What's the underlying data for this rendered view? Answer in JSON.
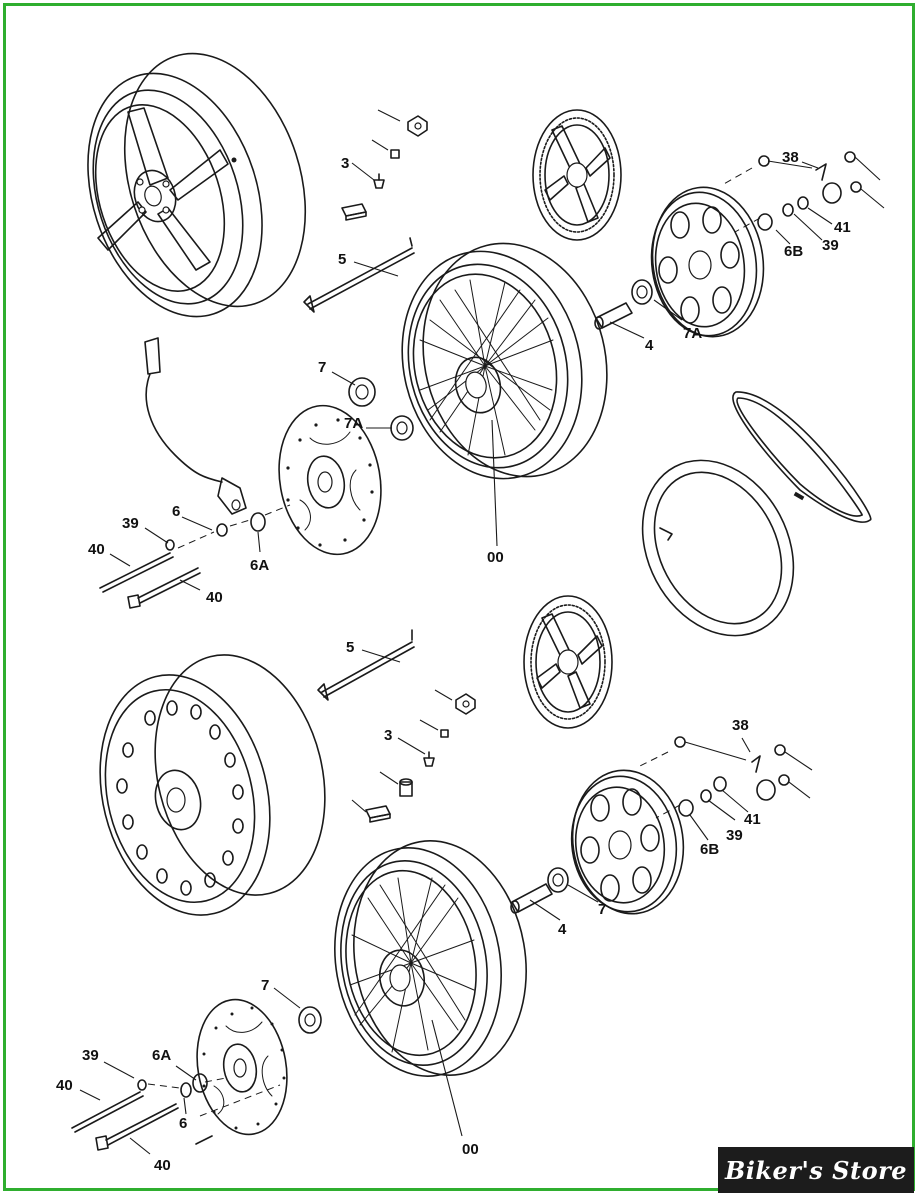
{
  "labels": {
    "l00_top": "00",
    "l00_bot": "00",
    "l3_top": "3",
    "l3_bot": "3",
    "l4_top": "4",
    "l4_bot": "4",
    "l5_top": "5",
    "l5_bot": "5",
    "l6_top": "6",
    "l6_bot": "6",
    "l6a_top": "6A",
    "l6a_bot": "6A",
    "l6b_top": "6B",
    "l6b_bot": "6B",
    "l7_top": "7",
    "l7_bot": "7",
    "l7_bot2": "7",
    "l7a_top": "7A",
    "l7a_top2": "7A",
    "l38_top": "38",
    "l38_bot": "38",
    "l39_top": "39",
    "l39_top2": "39",
    "l39_bot": "39",
    "l39_bot2": "39",
    "l40_top": "40",
    "l40_top2": "40",
    "l40_bot": "40",
    "l40_bot2": "40",
    "l41_top": "41",
    "l41_bot": "41"
  },
  "brand": {
    "text": "Biker's Store"
  },
  "colors": {
    "frame": "#2fae2f",
    "line": "#1a1a1a",
    "brand_bg": "#1c1c1c"
  }
}
